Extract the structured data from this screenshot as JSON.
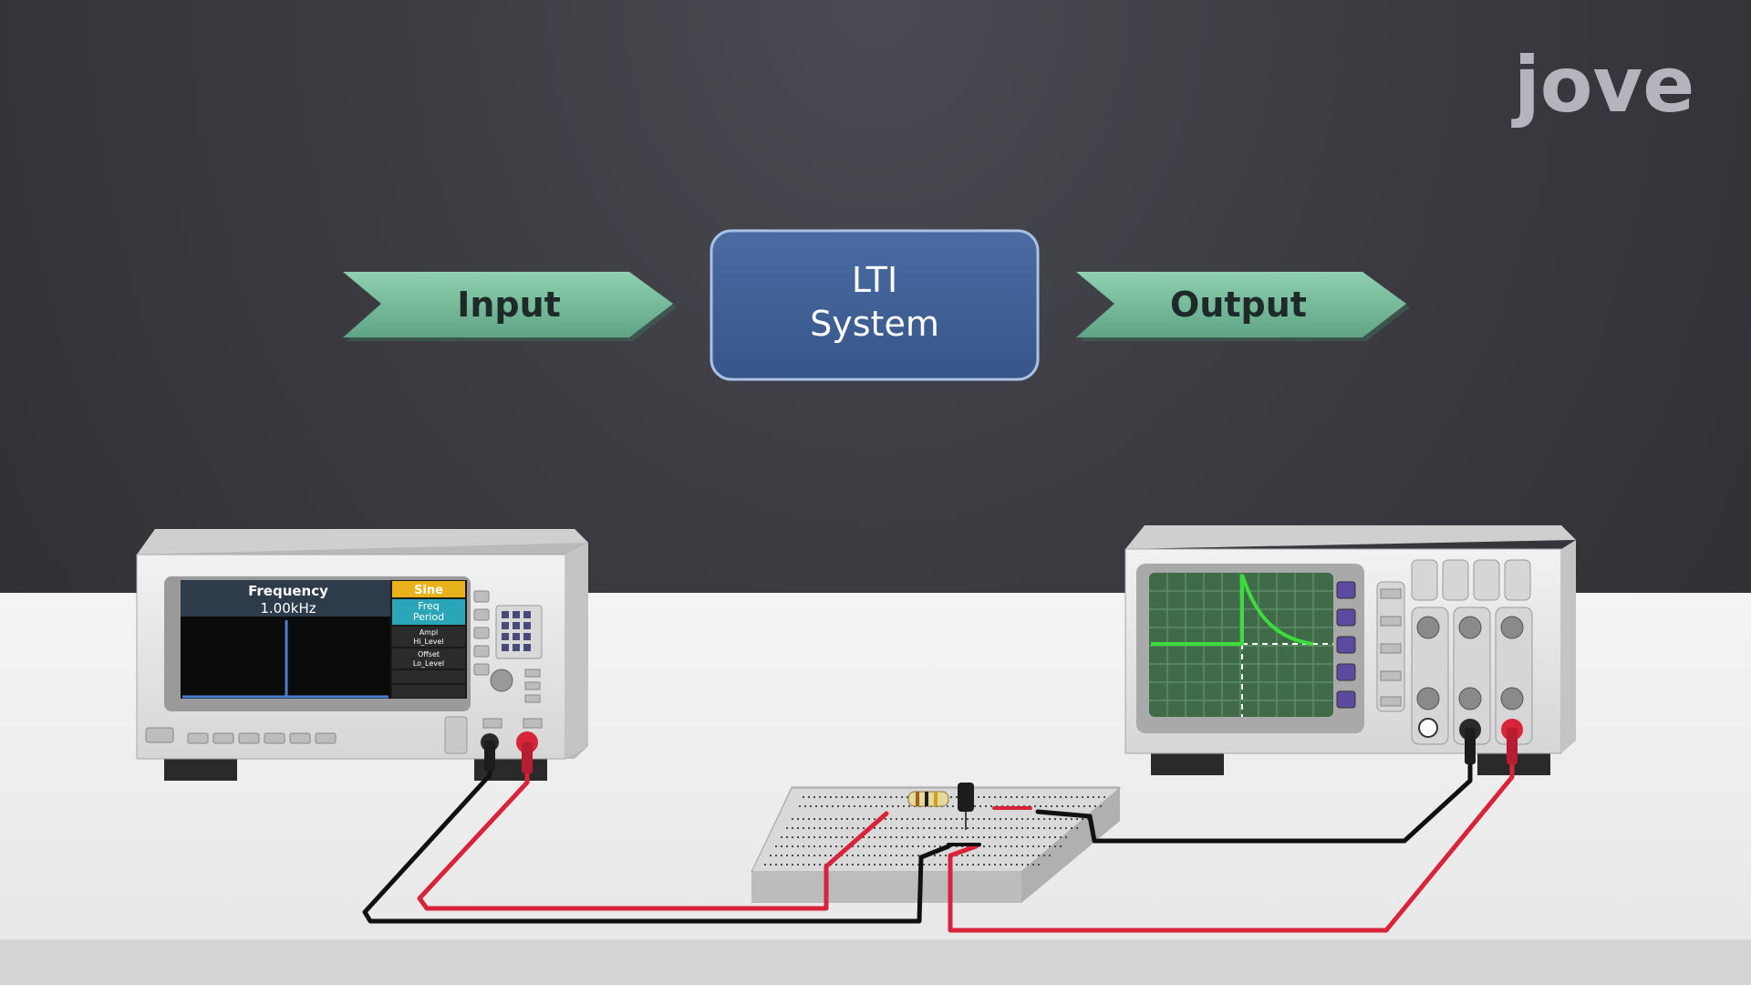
{
  "brand": {
    "logo_text": "jove"
  },
  "flow": {
    "input_label": "Input",
    "system_label_line1": "LTI",
    "system_label_line2": "System",
    "output_label": "Output"
  },
  "function_generator": {
    "screen_title": "Frequency",
    "screen_value": "1.00kHz",
    "menu": {
      "waveform": "Sine",
      "item_freq_line1": "Freq",
      "item_freq_line2": "Period",
      "item_ampl_line1": "Ampl",
      "item_ampl_line2": "Hi_Level",
      "item_offset_line1": "Offset",
      "item_offset_line2": "Lo_Level"
    }
  },
  "colors": {
    "arrow": "#7dbfa0",
    "system_box": "#3f5f93",
    "trace": "#3ddc3d",
    "probe_red": "#d8233a",
    "wire_black": "#111111",
    "menu_yellow": "#e9b21a",
    "menu_teal": "#2aa6b8"
  }
}
